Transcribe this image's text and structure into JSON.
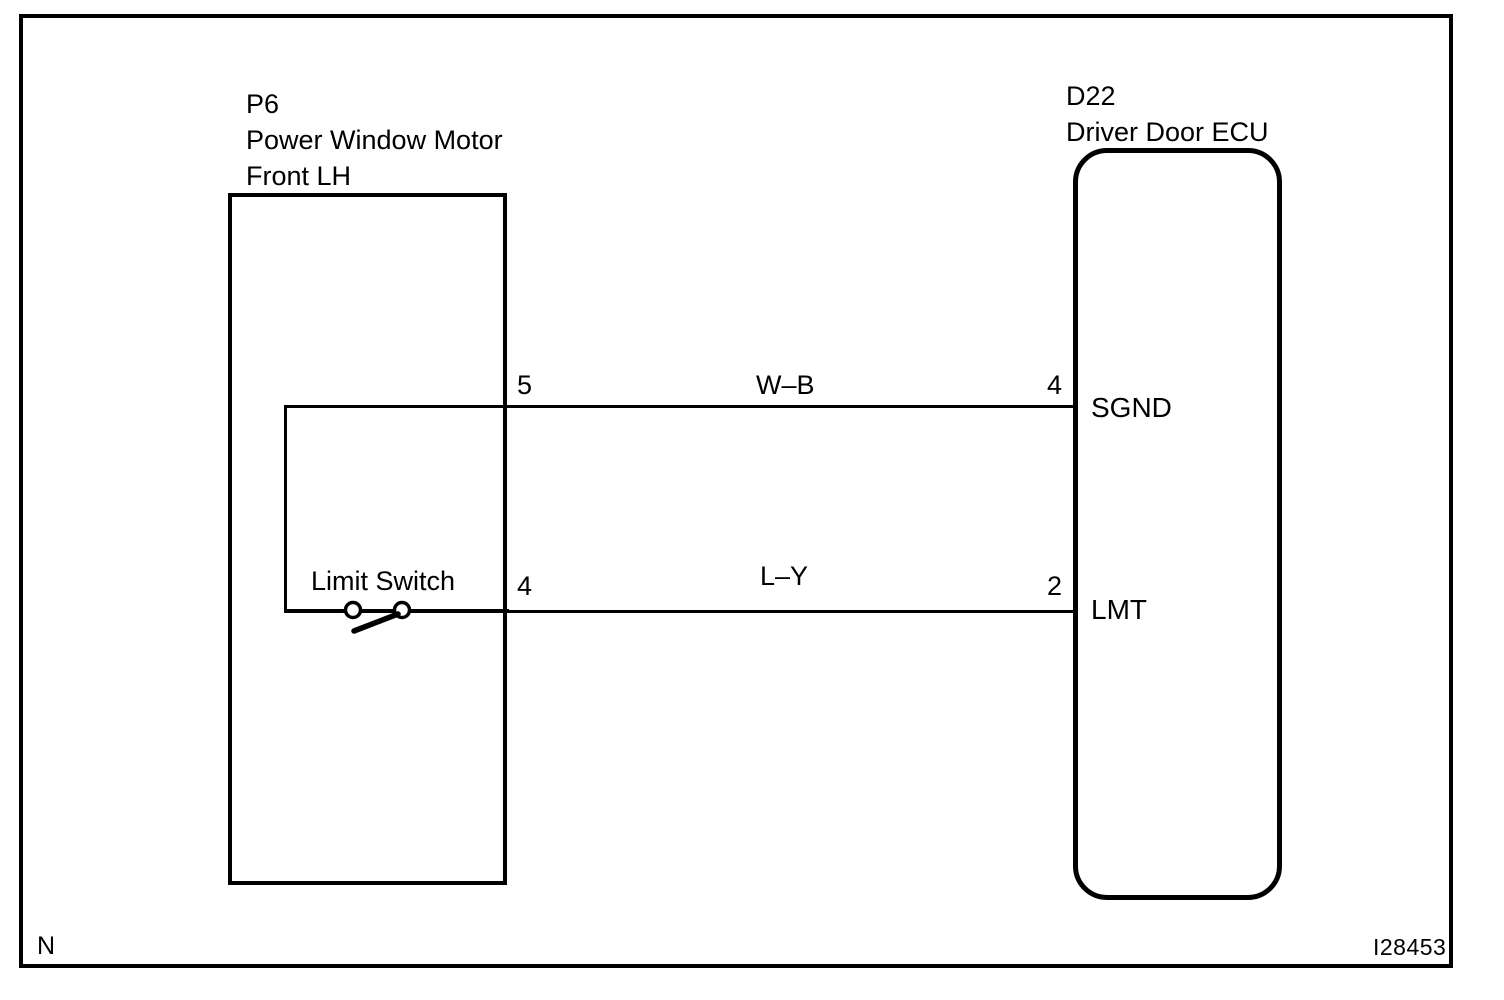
{
  "diagram": {
    "type": "wiring-diagram",
    "title_left": "P6\nPower Window Motor\nFront LH",
    "title_right": "D22\nDriver Door ECU",
    "components": {
      "motor": {
        "connector_id": "P6",
        "name_line1": "Power Window Motor",
        "name_line2": "Front LH",
        "internal_switch_label": "Limit Switch",
        "switch_symbol": "normally-open-switch"
      },
      "ecu": {
        "connector_id": "D22",
        "name": "Driver Door ECU"
      }
    },
    "connections": [
      {
        "wire_color_code": "W–B",
        "left_pin": "5",
        "right_pin": "4",
        "right_terminal_name": "SGND"
      },
      {
        "wire_color_code": "L–Y",
        "left_pin": "4",
        "right_pin": "2",
        "right_terminal_name": "LMT"
      }
    ],
    "markers": {
      "bottom_left": "N",
      "bottom_right": "I28453"
    },
    "colors": {
      "line": "#000000",
      "background": "#ffffff"
    }
  }
}
